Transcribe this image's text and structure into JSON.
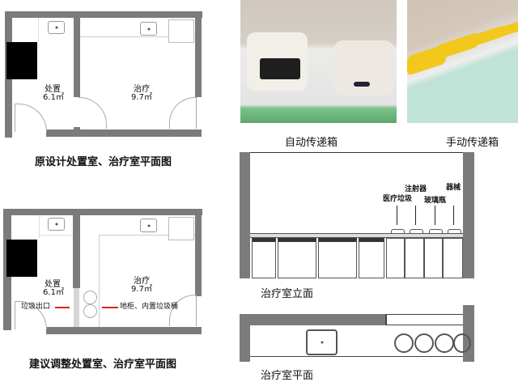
{
  "plan_original": {
    "caption": "原设计处置室、治疗室平面图",
    "room_disposal": {
      "name": "处置",
      "area": "6.1㎡"
    },
    "room_treatment": {
      "name": "治疗",
      "area": "9.7㎡"
    }
  },
  "plan_suggested": {
    "caption": "建议调整处置室、治疗室平面图",
    "room_disposal": {
      "name": "处置",
      "area": "6.1㎡"
    },
    "room_treatment": {
      "name": "治疗",
      "area": "9.7㎡"
    },
    "annotation_left": "垃圾出口",
    "annotation_right": "地柜、内置垃圾桶"
  },
  "photos": {
    "auto": {
      "caption": "自动传递箱"
    },
    "manual": {
      "caption": "手动传递箱"
    }
  },
  "elevation": {
    "caption": "治疗室立面",
    "labels": {
      "medical_waste": "医疗垃圾",
      "syringe": "注射器",
      "glass_bottle": "玻璃瓶",
      "instrument": "器械"
    }
  },
  "floorplan_strip": {
    "caption": "治疗室平面"
  },
  "colors": {
    "wall": "#7b7b7b",
    "arrow": "#dd2222",
    "yellow_lid": "#f2c81c",
    "cabinet_green": "#bfe3d6"
  }
}
